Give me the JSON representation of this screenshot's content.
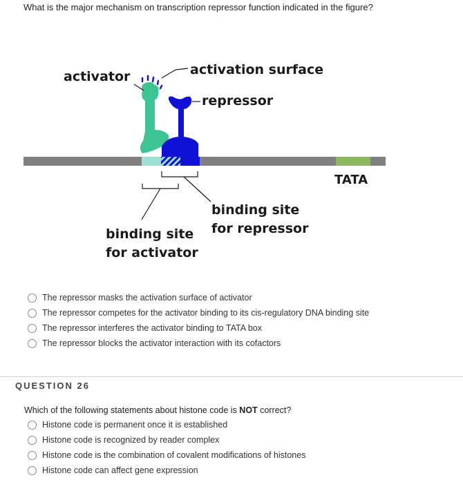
{
  "question25": {
    "prompt": "What is the major mechanism on transcription repressor function indicated in the figure?",
    "figure": {
      "labels": {
        "activator": "activator",
        "activation_surface": "activation surface",
        "repressor": "repressor",
        "tata": "TATA",
        "binding_site_repressor_1": "binding site",
        "binding_site_repressor_2": "for repressor",
        "binding_site_activator_1": "binding site",
        "binding_site_activator_2": "for activator"
      },
      "colors": {
        "activator": "#3cc494",
        "repressor": "#1010d8",
        "dna": "#808080",
        "tata_box": "#8cb860",
        "activator_site": "#9ce0d6"
      }
    },
    "options": [
      "The repressor masks the activation surface of activator",
      "The repressor competes for the activator binding to its cis-regulatory DNA binding site",
      "The repressor interferes the activator binding to TATA box",
      "The repressor blocks the activator interaction with its cofactors"
    ]
  },
  "question26": {
    "header": "QUESTION 26",
    "prompt_before": "Which of the following statements about histone code is ",
    "prompt_emphasis": "NOT",
    "prompt_after": " correct?",
    "options": [
      "Histone code is permanent once it is established",
      "Histone code is recognized by reader complex",
      "Histone code is the combination of covalent modifications of histones",
      "Histone code can affect gene expression"
    ]
  }
}
